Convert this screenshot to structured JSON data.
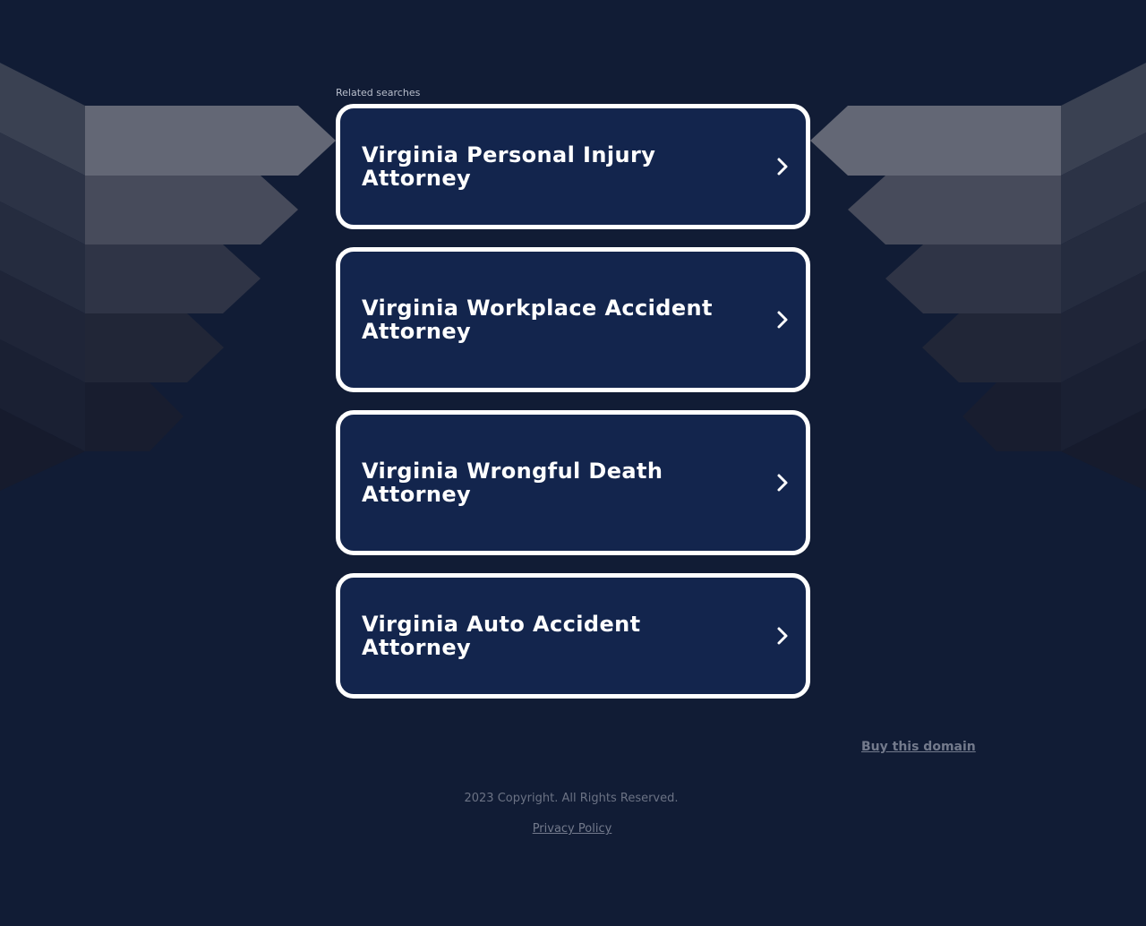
{
  "related": {
    "label": "Related searches",
    "items": [
      {
        "label": "Virginia Personal Injury Attorney",
        "icon": "chevron-right-icon"
      },
      {
        "label": "Virginia Workplace Accident Attorney",
        "icon": "chevron-right-icon"
      },
      {
        "label": "Virginia Wrongful Death Attorney",
        "icon": "chevron-right-icon"
      },
      {
        "label": "Virginia Auto Accident Attorney",
        "icon": "chevron-right-icon"
      }
    ]
  },
  "footer": {
    "buy_domain": "Buy this domain",
    "copyright": "2023 Copyright. All Rights Reserved.",
    "privacy_policy": "Privacy Policy"
  },
  "colors": {
    "background": "#111c35",
    "card_fill": "#13254d",
    "card_border": "#ffffff",
    "muted_text": "#737a8c"
  }
}
